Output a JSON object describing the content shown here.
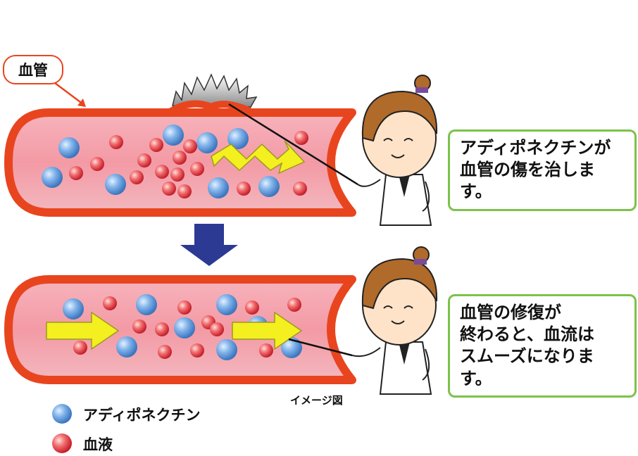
{
  "labels": {
    "vessel": "血管",
    "bubble_top_line1": "アディポネクチンが",
    "bubble_top_line2": "血管の傷を治します。",
    "bubble_bottom_line1": "血管の修復が",
    "bubble_bottom_line2": "終わると、血流は",
    "bubble_bottom_line3": "スムーズになります。",
    "caption": "イメージ図"
  },
  "legend": [
    {
      "label": "アディポネクチン",
      "icon": "blue-sphere-icon"
    },
    {
      "label": "血液",
      "icon": "red-sphere-icon"
    }
  ],
  "colors": {
    "vessel_wall": "#e8451f",
    "vessel_inner": "#f5a3ad",
    "bubble_border": "#7cc24a",
    "arrow_yellow": "#f4ef1e",
    "arrow_down": "#2c3a94"
  }
}
